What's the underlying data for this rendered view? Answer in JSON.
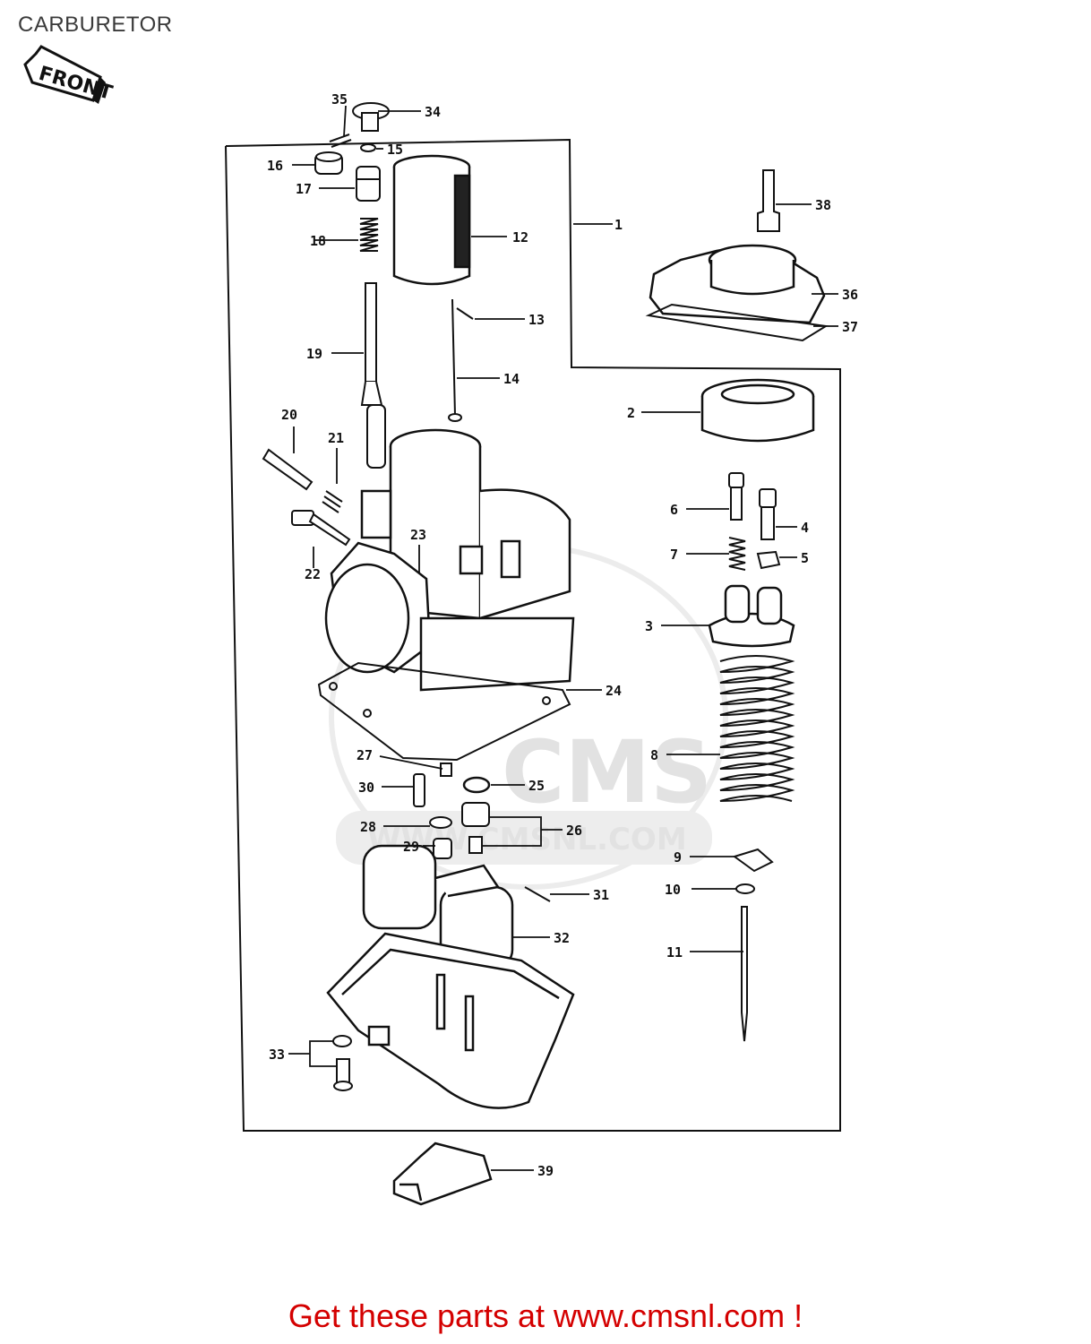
{
  "title": "CARBURETOR",
  "front_label": "FRONT",
  "footer": "Get these parts at www.cmsnl.com !",
  "watermark": {
    "brand": "CMS",
    "url": "WWW.CMSNL.COM"
  },
  "callouts": [
    "1",
    "2",
    "3",
    "4",
    "5",
    "6",
    "7",
    "8",
    "9",
    "10",
    "11",
    "12",
    "13",
    "14",
    "15",
    "16",
    "17",
    "18",
    "19",
    "20",
    "21",
    "22",
    "23",
    "24",
    "25",
    "26",
    "27",
    "28",
    "29",
    "30",
    "31",
    "32",
    "33",
    "34",
    "35",
    "36",
    "37",
    "38",
    "39"
  ],
  "colors": {
    "footer": "#d40000",
    "line": "#111111",
    "watermark": "#e2e2e2"
  }
}
